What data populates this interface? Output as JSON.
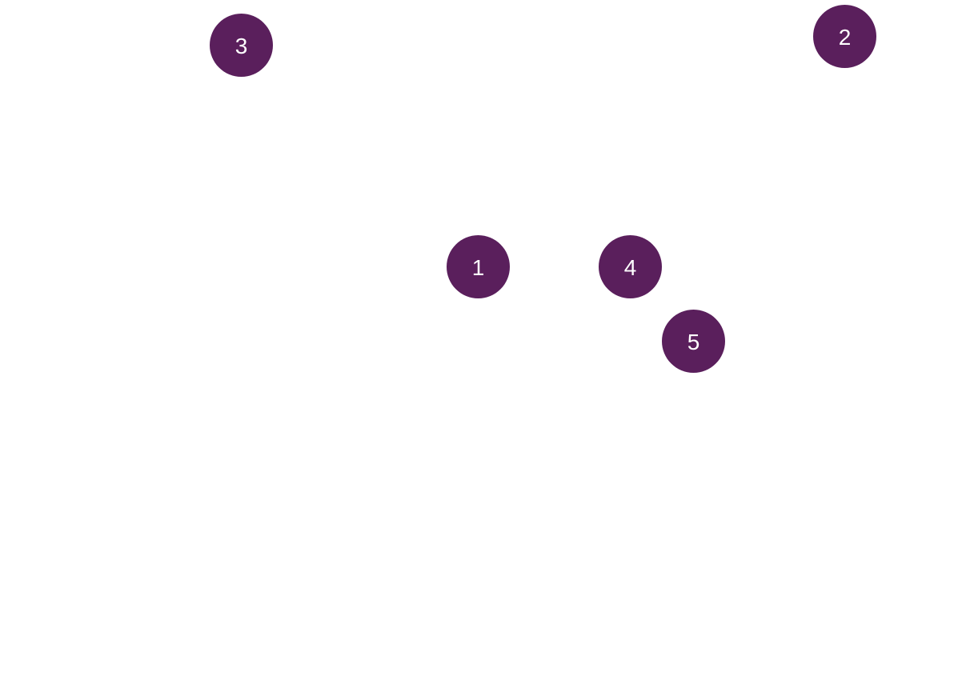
{
  "markers": [
    {
      "label": "1"
    },
    {
      "label": "2"
    },
    {
      "label": "3"
    },
    {
      "label": "4"
    },
    {
      "label": "5"
    }
  ],
  "colors": {
    "marker_fill": "#5a1f5c",
    "marker_text": "#ffffff",
    "background": "#ffffff"
  }
}
